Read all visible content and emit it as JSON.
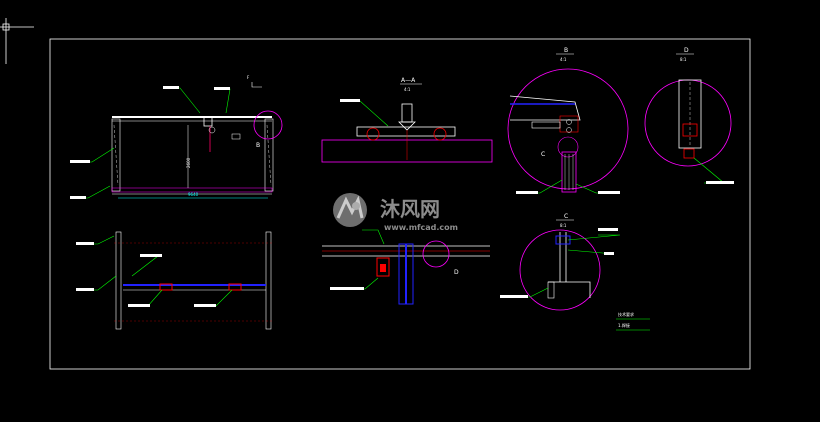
{
  "drawing": {
    "section_aa_title": "A—A",
    "section_aa_scale": "4:1",
    "detail_b_title": "B",
    "detail_b_scale": "4:1",
    "detail_d_title": "D",
    "detail_d_scale": "8:1",
    "detail_c_title": "C",
    "detail_c_scale": "8:1",
    "detail_b_marker": "B",
    "detail_c_marker_top": "C",
    "detail_d_marker": "D",
    "section_marker_f": "F",
    "span_dimension": "9640",
    "height_dimension": "2600",
    "note_title": "技术要求",
    "note_line": "1.焊接"
  },
  "watermark": {
    "brand_cn": "沐风网",
    "brand_url": "www.mfcad.com"
  },
  "colors": {
    "background": "#000000",
    "frame": "#ffffff",
    "leader": "#00ff00",
    "circle": "#ff00ff",
    "beam": "#0000ff",
    "part": "#ff0000",
    "dimension": "#00ffff"
  }
}
